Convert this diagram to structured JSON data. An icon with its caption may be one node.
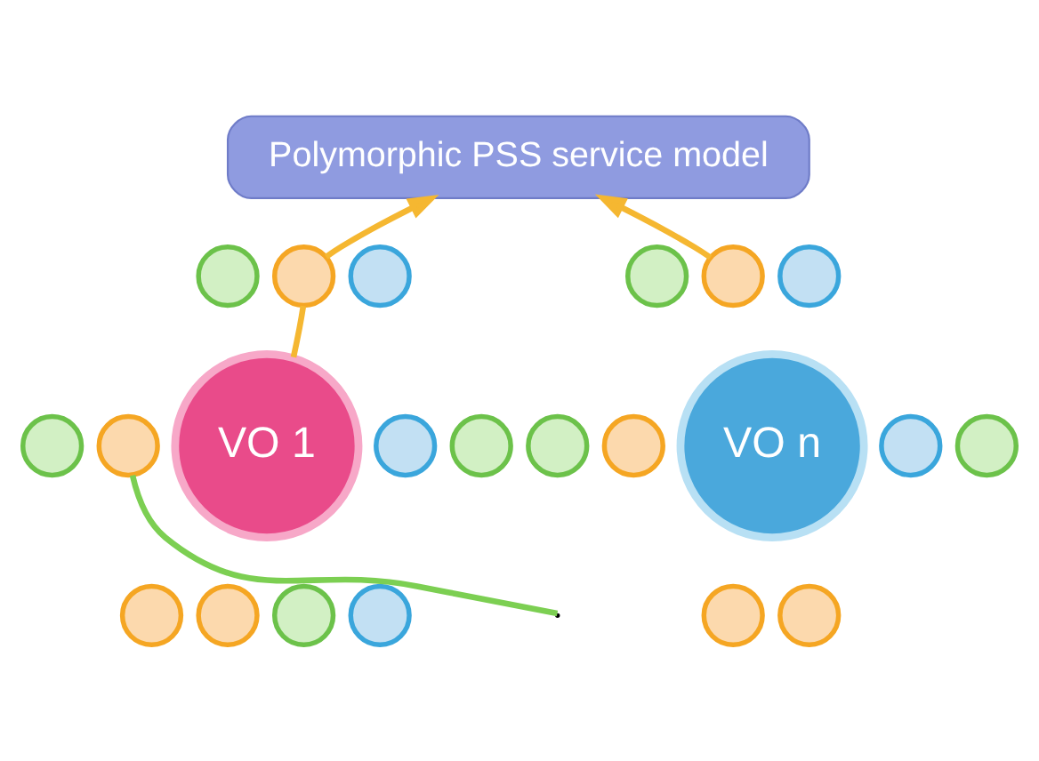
{
  "diagram": {
    "nodes": [
      {
        "text": [
          "Polymorphic PSS service model"
        ]
      },
      {
        "text": [
          "VO 1"
        ]
      },
      {
        "text": [
          "VO n"
        ]
      },
      {
        "text": [],
        "shape": "circle"
      },
      {
        "text": [],
        "shape": "circle"
      },
      {
        "text": [],
        "shape": "circle"
      },
      {
        "text": [],
        "shape": "circle"
      },
      {
        "text": [],
        "shape": "circle"
      },
      {
        "text": [],
        "shape": "circle"
      },
      {
        "text": [],
        "shape": "circle"
      },
      {
        "text": [],
        "shape": "circle"
      },
      {
        "text": [],
        "shape": "circle"
      },
      {
        "text": [],
        "shape": "circle"
      },
      {
        "text": [],
        "shape": "circle"
      },
      {
        "text": [],
        "shape": "circle"
      },
      {
        "text": [],
        "shape": "circle"
      },
      {
        "text": [],
        "shape": "circle"
      },
      {
        "text": [],
        "shape": "circle"
      },
      {
        "text": [],
        "shape": "circle"
      },
      {
        "text": [],
        "shape": "circle"
      },
      {
        "text": [],
        "shape": "circle"
      },
      {
        "text": [],
        "shape": "circle"
      },
      {
        "text": [],
        "shape": "circle"
      }
    ],
    "edges": [
      {
        "from": 4,
        "to": 0,
        "arrow": "to"
      },
      {
        "from": 15,
        "to": 0,
        "arrow": "to"
      },
      {
        "from": 4,
        "to": 1,
        "arrow": "none"
      },
      {
        "from": null,
        "to": 6,
        "arrow": "none",
        "color": "#7ccf52"
      }
    ]
  }
}
